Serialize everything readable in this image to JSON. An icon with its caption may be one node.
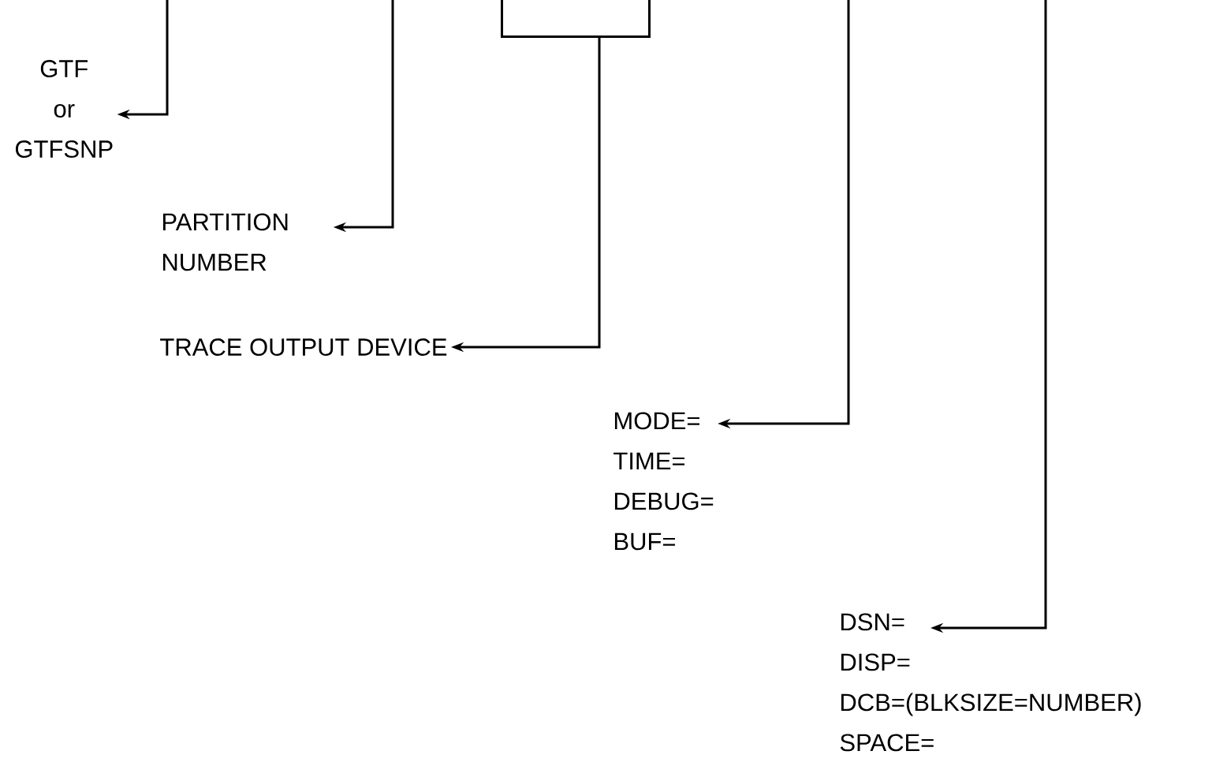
{
  "diagram": {
    "nodes": [
      {
        "text": [
          "GTF",
          "or",
          "GTFSNP"
        ]
      },
      {
        "text": [
          "PARTITION NUMBER"
        ]
      },
      {
        "text": [],
        "shape": "box"
      },
      {
        "text": [
          "TRACE OUTPUT DEVICE"
        ]
      },
      {
        "text": [
          "MODE=",
          "TIME=",
          "DEBUG=",
          "BUF="
        ]
      },
      {
        "text": [
          "DSN=",
          "DISP=",
          "DCB=(BLKSIZE=NUMBER)",
          "SPACE="
        ]
      }
    ],
    "edges": [
      {
        "from": null,
        "to": 0,
        "arrow": "to"
      },
      {
        "from": null,
        "to": 1,
        "arrow": "to"
      },
      {
        "from": 2,
        "to": 3,
        "arrow": "to"
      },
      {
        "from": null,
        "to": 4,
        "arrow": "to"
      },
      {
        "from": null,
        "to": 5,
        "arrow": "to"
      }
    ]
  }
}
